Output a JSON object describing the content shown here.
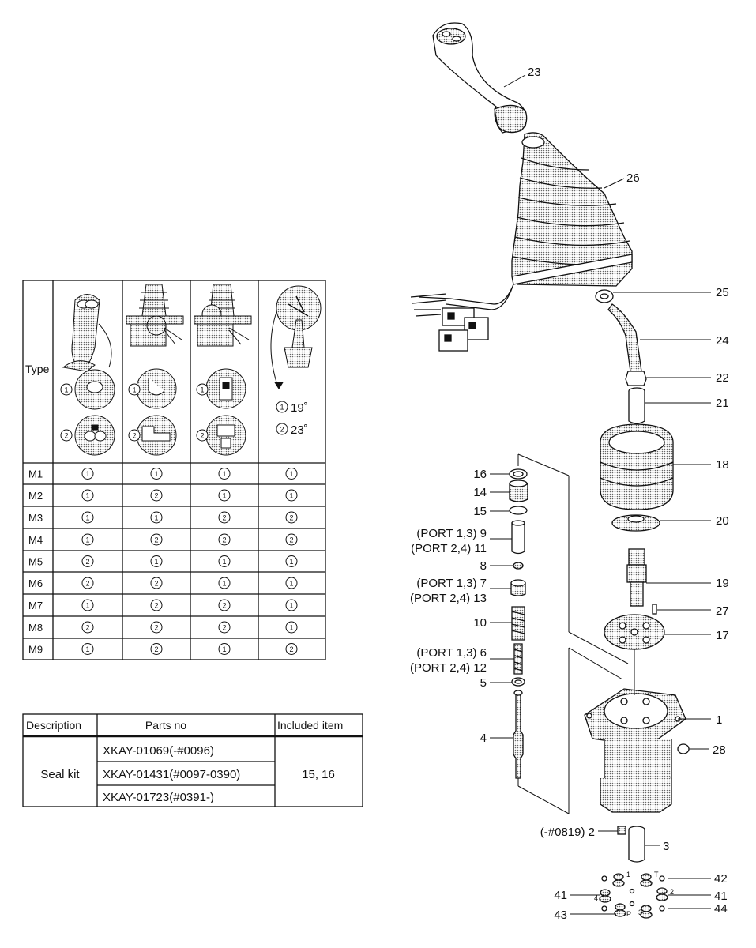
{
  "type_table": {
    "header": "Type",
    "angle_labels": [
      {
        "num": "1",
        "text": "19˚"
      },
      {
        "num": "2",
        "text": "23˚"
      }
    ],
    "icon_nums": [
      "1",
      "2"
    ],
    "rows": [
      {
        "name": "M1",
        "vals": [
          "1",
          "1",
          "1",
          "1"
        ]
      },
      {
        "name": "M2",
        "vals": [
          "1",
          "2",
          "1",
          "1"
        ]
      },
      {
        "name": "M3",
        "vals": [
          "1",
          "1",
          "2",
          "2"
        ]
      },
      {
        "name": "M4",
        "vals": [
          "1",
          "2",
          "2",
          "2"
        ]
      },
      {
        "name": "M5",
        "vals": [
          "2",
          "1",
          "1",
          "1"
        ]
      },
      {
        "name": "M6",
        "vals": [
          "2",
          "2",
          "1",
          "1"
        ]
      },
      {
        "name": "M7",
        "vals": [
          "1",
          "2",
          "2",
          "1"
        ]
      },
      {
        "name": "M8",
        "vals": [
          "2",
          "2",
          "2",
          "1"
        ]
      },
      {
        "name": "M9",
        "vals": [
          "1",
          "2",
          "1",
          "2"
        ]
      }
    ]
  },
  "seal_table": {
    "headers": {
      "description": "Description",
      "parts_no": "Parts no",
      "included": "Included item"
    },
    "description": "Seal kit",
    "parts": [
      "XKAY-01069(-#0096)",
      "XKAY-01431(#0097-0390)",
      "XKAY-01723(#0391-)"
    ],
    "included": "15, 16"
  },
  "callouts": {
    "c23": "23",
    "c26": "26",
    "c25": "25",
    "c24": "24",
    "c22": "22",
    "c21": "21",
    "c18": "18",
    "c20": "20",
    "c19": "19",
    "c27": "27",
    "c17": "17",
    "c1": "1",
    "c28": "28",
    "c3": "3",
    "c2": "(-#0819) 2",
    "c42": "42",
    "c41a": "41",
    "c41b": "41",
    "c43": "43",
    "c44": "44",
    "c16": "16",
    "c14": "14",
    "c15": "15",
    "c9": "(PORT 1,3)  9",
    "c11": "(PORT 2,4) 11",
    "c8": "8",
    "c7": "(PORT 1,3)  7",
    "c13": "(PORT 2,4) 13",
    "c10": "10",
    "c6": "(PORT 1,3)  6",
    "c12": "(PORT 2,4) 12",
    "c5": "5",
    "c4": "4"
  },
  "port_marks": {
    "p1": "1",
    "pT": "T",
    "p4": "4",
    "p2": "2",
    "pP": "P",
    "p3": "3"
  }
}
